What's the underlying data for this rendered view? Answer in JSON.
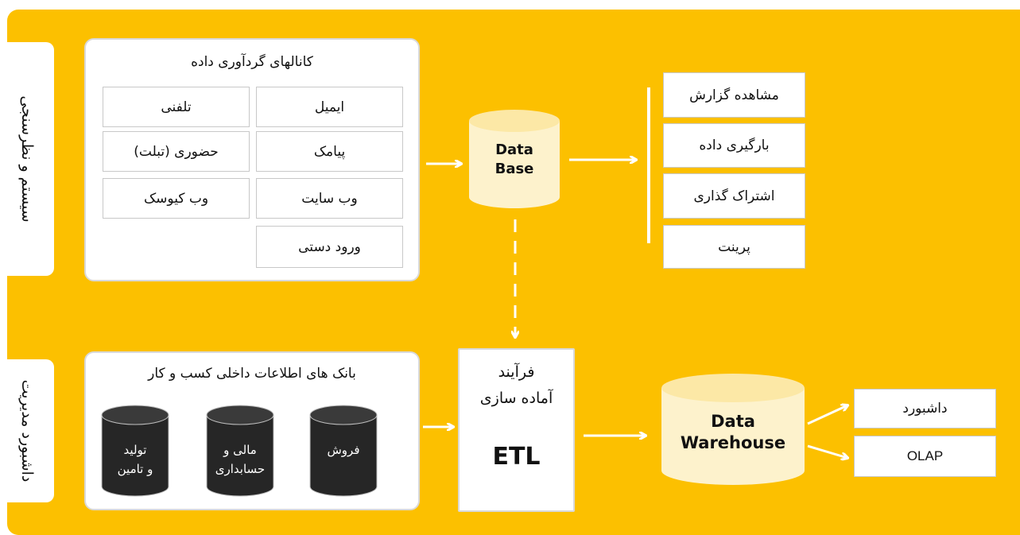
{
  "side_labels": {
    "top": "سیستم و نظرسنجی",
    "bottom": "داشبورد مدیریت"
  },
  "channels": {
    "title": "کانالهای گردآوری داده",
    "items": [
      "ایمیل",
      "تلفنی",
      "پیامک",
      "حضوری (تبلت)",
      "وب سایت",
      "وب کیوسک",
      "ورود دستی"
    ]
  },
  "database": {
    "line1": "Data",
    "line2": "Base"
  },
  "outputs_top": [
    "مشاهده گزارش",
    "بارگیری داده",
    "اشتراک گذاری",
    "پرینت"
  ],
  "internal_banks": {
    "title": "بانک های اطلاعات داخلی کسب و کار",
    "drums": [
      {
        "line1": "فروش",
        "line2": ""
      },
      {
        "line1": "مالی و",
        "line2": "حسابداری"
      },
      {
        "line1": "تولید",
        "line2": "و تامین"
      }
    ]
  },
  "etl": {
    "line1": "فرآیند",
    "line2": "آماده سازی",
    "label": "ETL"
  },
  "warehouse": {
    "line1": "Data",
    "line2": "Warehouse"
  },
  "outputs_bottom": [
    "داشبورد",
    "OLAP"
  ],
  "colors": {
    "background": "#fcc000",
    "db_fill": "#fdf2cc",
    "drum_fill": "#262626",
    "arrow": "#ffffff"
  }
}
